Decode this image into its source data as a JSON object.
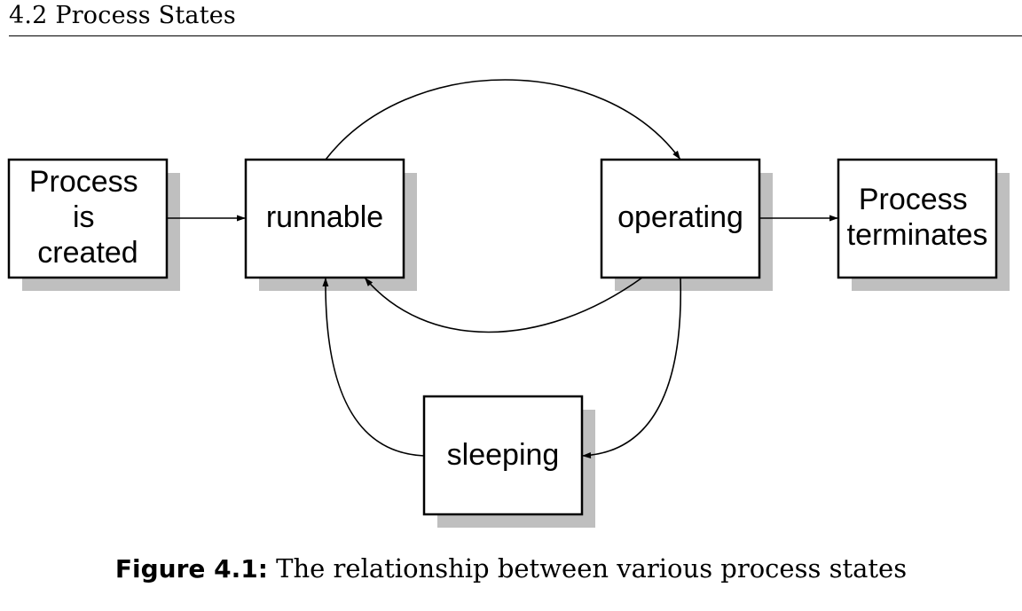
{
  "header": {
    "section": "4.2 Process States"
  },
  "diagram": {
    "nodes": {
      "created": [
        "Process",
        "is",
        "created"
      ],
      "runnable": [
        "runnable"
      ],
      "operating": [
        "operating"
      ],
      "terminates": [
        "Process",
        "terminates"
      ],
      "sleeping": [
        "sleeping"
      ]
    }
  },
  "caption": {
    "label": "Figure 4.1:",
    "text": "The relationship between various process states"
  }
}
